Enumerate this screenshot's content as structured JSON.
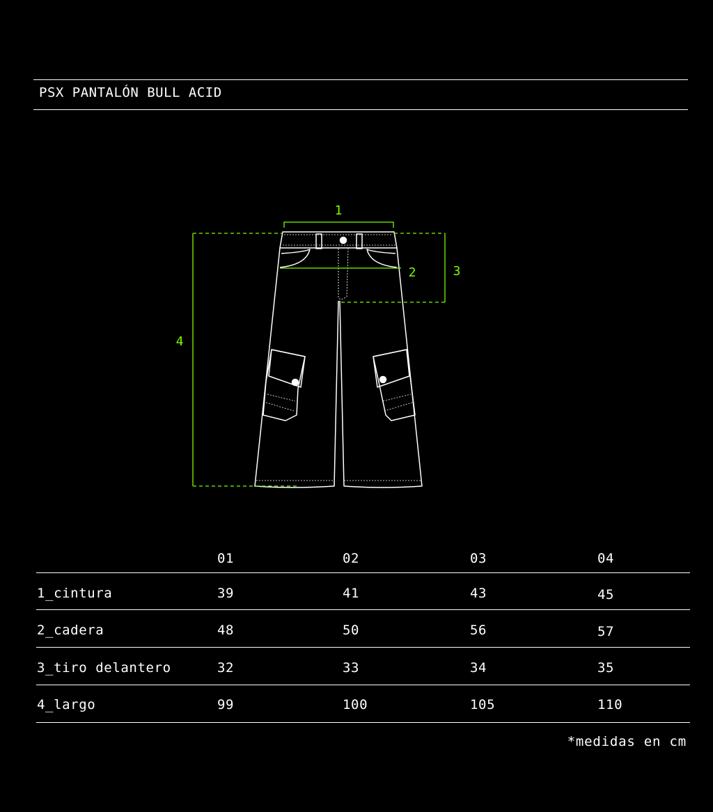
{
  "product": {
    "title": "PSX PANTALÓN BULL ACID"
  },
  "colors": {
    "background": "#000000",
    "line": "#ffffff",
    "accent": "#7CFC00"
  },
  "diagram": {
    "labels": {
      "m1": "1",
      "m2": "2",
      "m3": "3",
      "m4": "4"
    }
  },
  "size_table": {
    "sizes": [
      "01",
      "02",
      "03",
      "04"
    ],
    "rows": [
      {
        "label": "1_cintura",
        "values": [
          "39",
          "41",
          "43",
          "45"
        ]
      },
      {
        "label": "2_cadera",
        "values": [
          "48",
          "50",
          "56",
          "57"
        ]
      },
      {
        "label": "3_tiro delantero",
        "values": [
          "32",
          "33",
          "34",
          "35"
        ]
      },
      {
        "label": "4_largo",
        "values": [
          "99",
          "100",
          "105",
          "110"
        ]
      }
    ]
  },
  "footnote": "*medidas en cm"
}
